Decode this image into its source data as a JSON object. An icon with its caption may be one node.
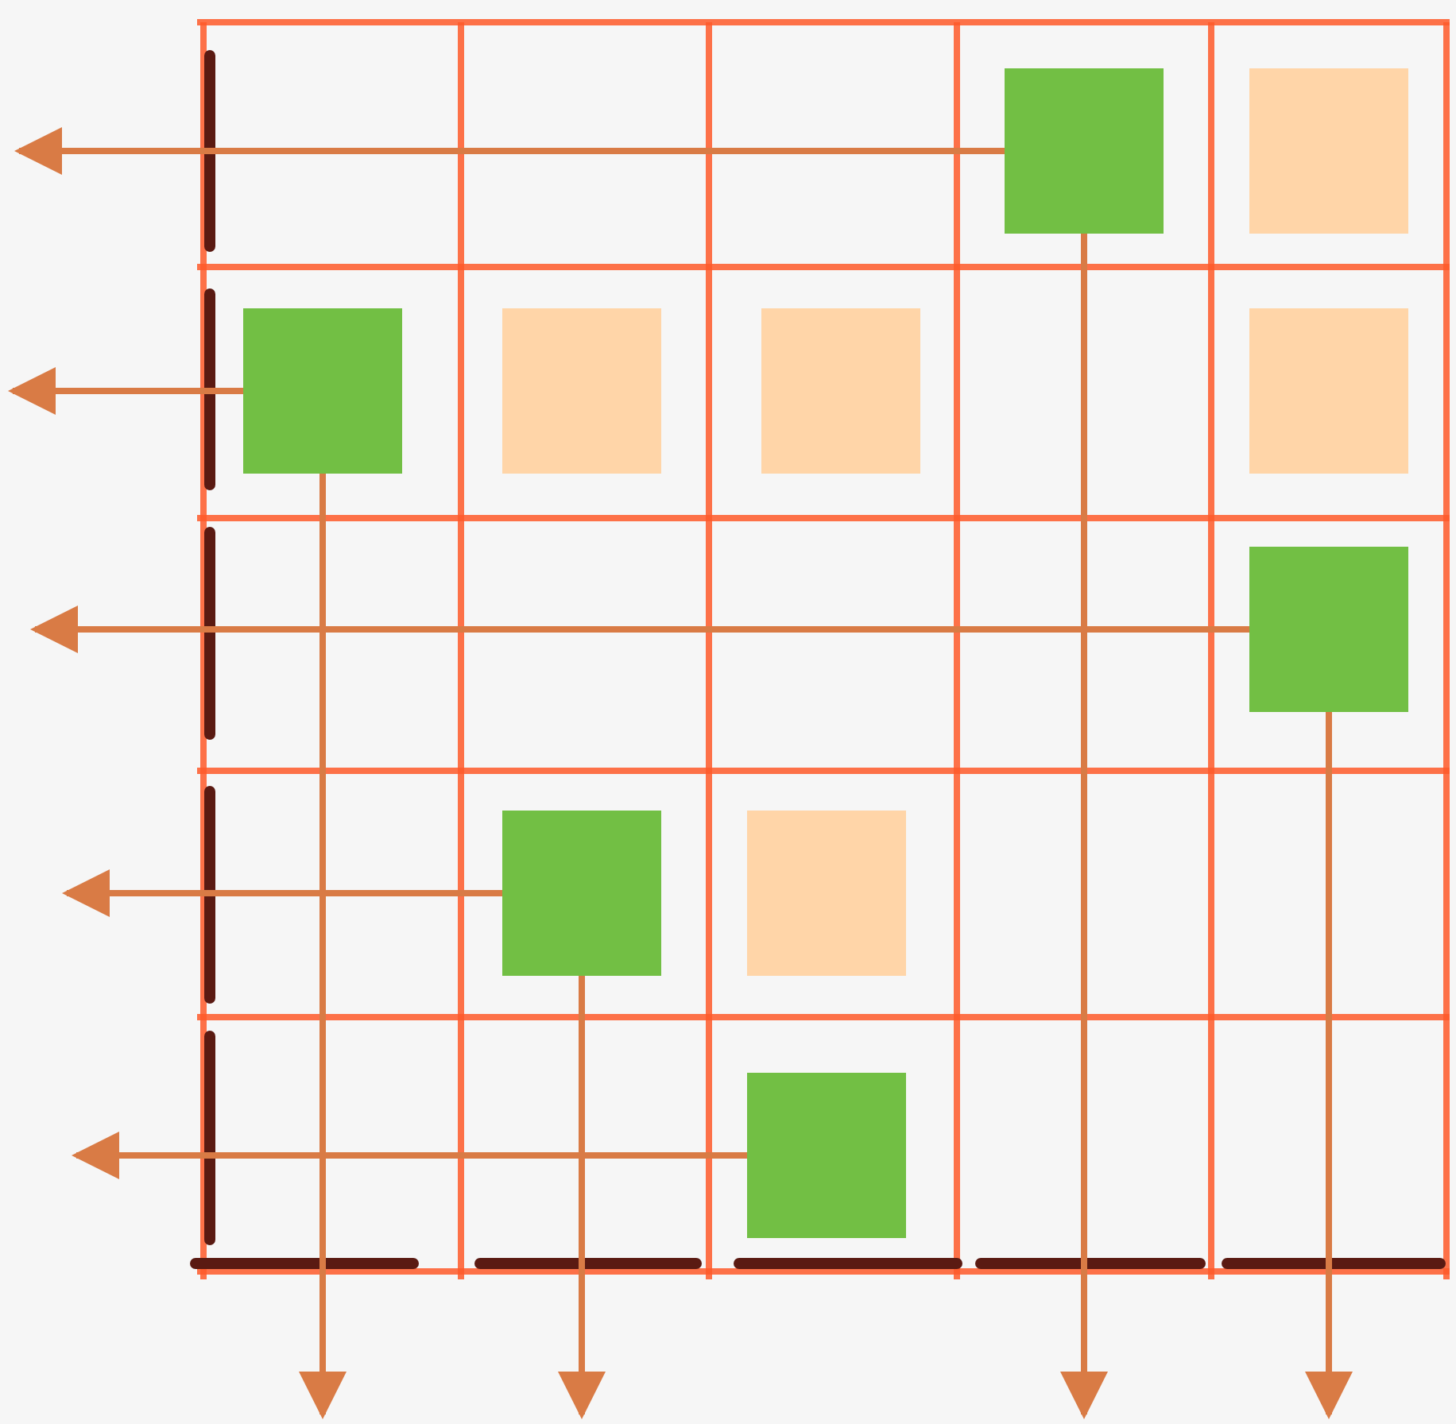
{
  "diagram": {
    "nodes": [
      {
        "text": [],
        "shape": "box"
      },
      {
        "text": [],
        "shape": "box"
      },
      {
        "text": [],
        "shape": "box"
      },
      {
        "text": [],
        "shape": "box"
      },
      {
        "text": [],
        "shape": "box"
      },
      {
        "text": [],
        "shape": "box"
      },
      {
        "text": [],
        "shape": "box"
      },
      {
        "text": [],
        "shape": "box"
      },
      {
        "text": [],
        "shape": "box"
      },
      {
        "text": [],
        "shape": "box"
      }
    ],
    "edges": [
      {
        "from": 0,
        "to": null,
        "arrow": "to"
      },
      {
        "from": 0,
        "to": null,
        "arrow": "to"
      },
      {
        "from": 2,
        "to": null,
        "arrow": "to"
      },
      {
        "from": 2,
        "to": null,
        "arrow": "to"
      },
      {
        "from": 6,
        "to": null,
        "arrow": "to"
      },
      {
        "from": 6,
        "to": null,
        "arrow": "to"
      },
      {
        "from": 7,
        "to": null,
        "arrow": "to"
      },
      {
        "from": 7,
        "to": null,
        "arrow": "to"
      },
      {
        "from": 9,
        "to": null,
        "arrow": "to"
      }
    ]
  }
}
